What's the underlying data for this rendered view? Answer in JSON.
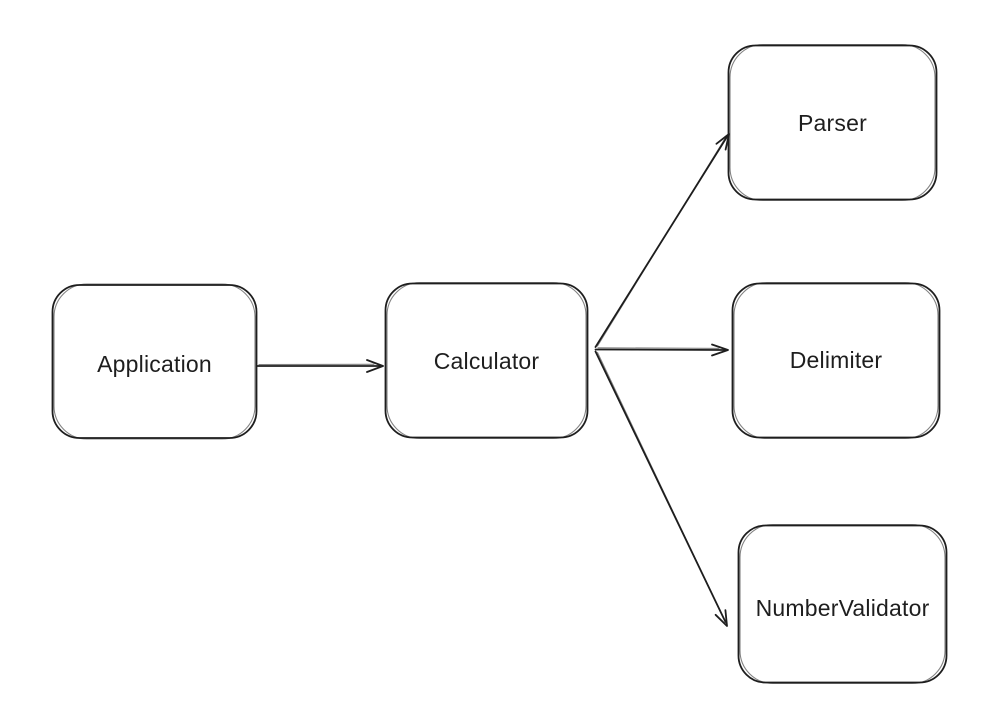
{
  "diagram": {
    "background_color": "#ffffff",
    "stroke_color": "#1e1e1e",
    "text_color": "#1e1e1e",
    "nodes": [
      {
        "id": "application",
        "label": "Application"
      },
      {
        "id": "calculator",
        "label": "Calculator"
      },
      {
        "id": "parser",
        "label": "Parser"
      },
      {
        "id": "delimiter",
        "label": "Delimiter"
      },
      {
        "id": "numbervalidator",
        "label": "NumberValidator"
      }
    ],
    "edges": [
      {
        "from": "Application",
        "to": "Calculator"
      },
      {
        "from": "Calculator",
        "to": "Parser"
      },
      {
        "from": "Calculator",
        "to": "Delimiter"
      },
      {
        "from": "Calculator",
        "to": "NumberValidator"
      }
    ]
  }
}
